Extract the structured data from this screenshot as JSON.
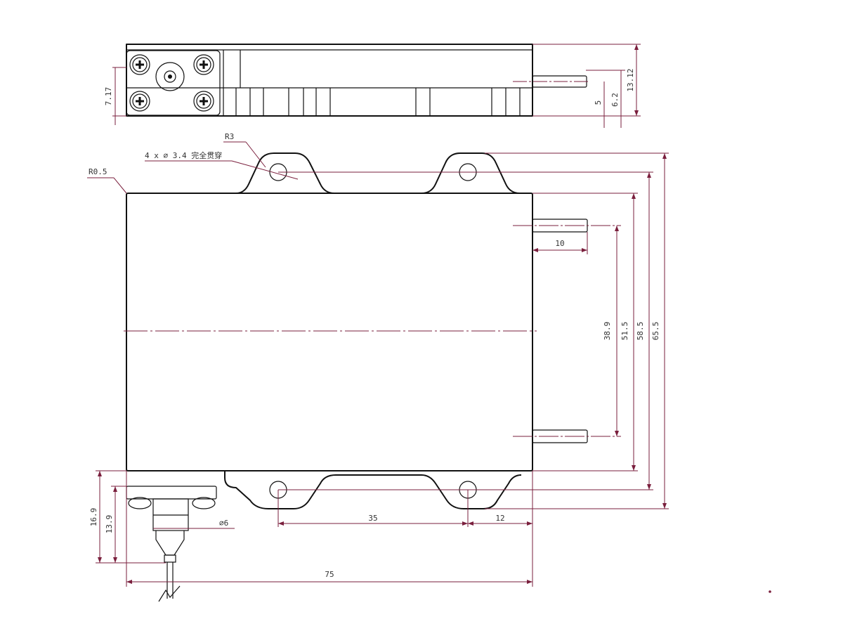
{
  "drawing": {
    "dimensions": {
      "top_view_height": "13.12",
      "top_pin_offset_b": "6.2",
      "top_pin_offset_a": "5",
      "connector_height": "7.17",
      "fillet_radius": "R3",
      "corner_radius": "R0.5",
      "hole_note": "4 x ∅ 3.4 完全贯穿",
      "pin_length": "10",
      "pin_spacing": "38.9",
      "body_height": "51.5",
      "hole_spacing_vertical": "58.5",
      "overall_height": "65.5",
      "hole_spacing_horizontal": "35",
      "hole_edge_offset": "12",
      "overall_width": "75",
      "fiber_length_a": "16.9",
      "fiber_length_b": "13.9",
      "fiber_diameter": "∅6"
    }
  }
}
